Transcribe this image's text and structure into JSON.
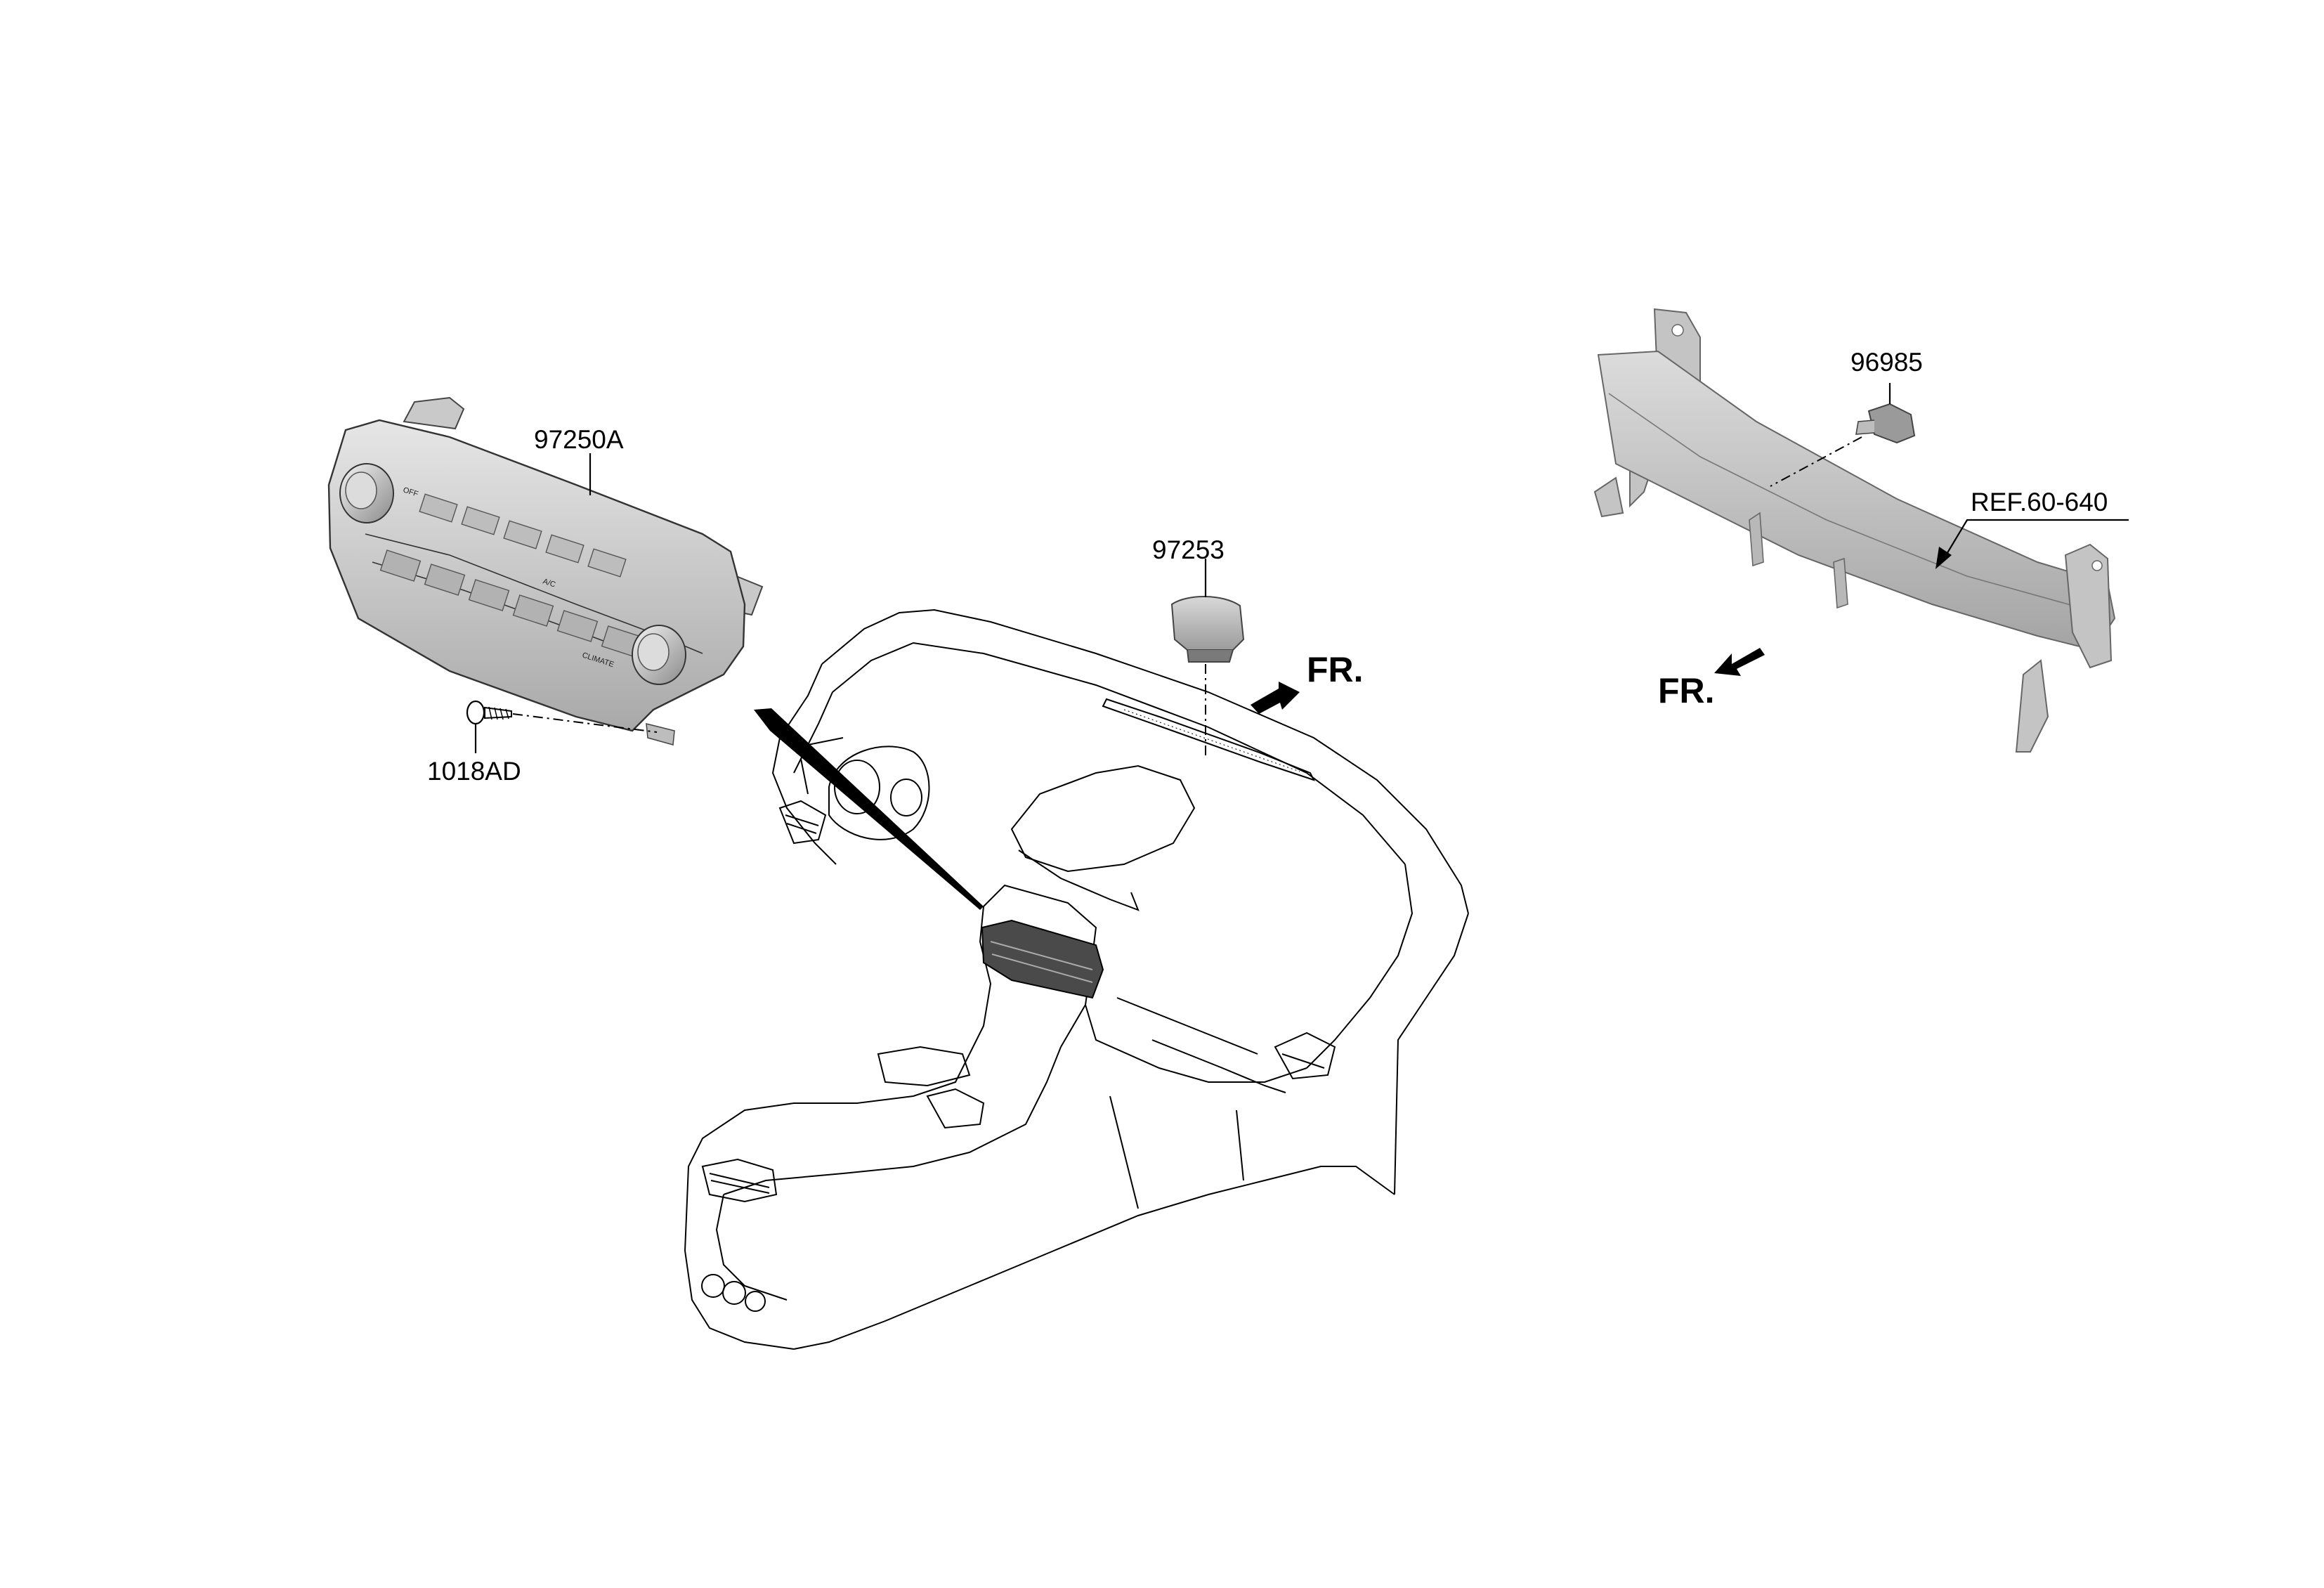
{
  "callouts": {
    "control_unit": "97250A",
    "screw": "1018AD",
    "sensor": "97253",
    "module": "96985",
    "reference": "REF.60-640"
  },
  "direction_labels": {
    "front_center": "FR.",
    "front_right": "FR."
  },
  "panel_labels": {
    "off": "OFF",
    "ac": "A/C",
    "climate": "CLIMATE"
  },
  "colors": {
    "part_shade": "#c8c8c8",
    "part_dark": "#6e6e6e",
    "line": "#000000",
    "background": "#ffffff"
  }
}
